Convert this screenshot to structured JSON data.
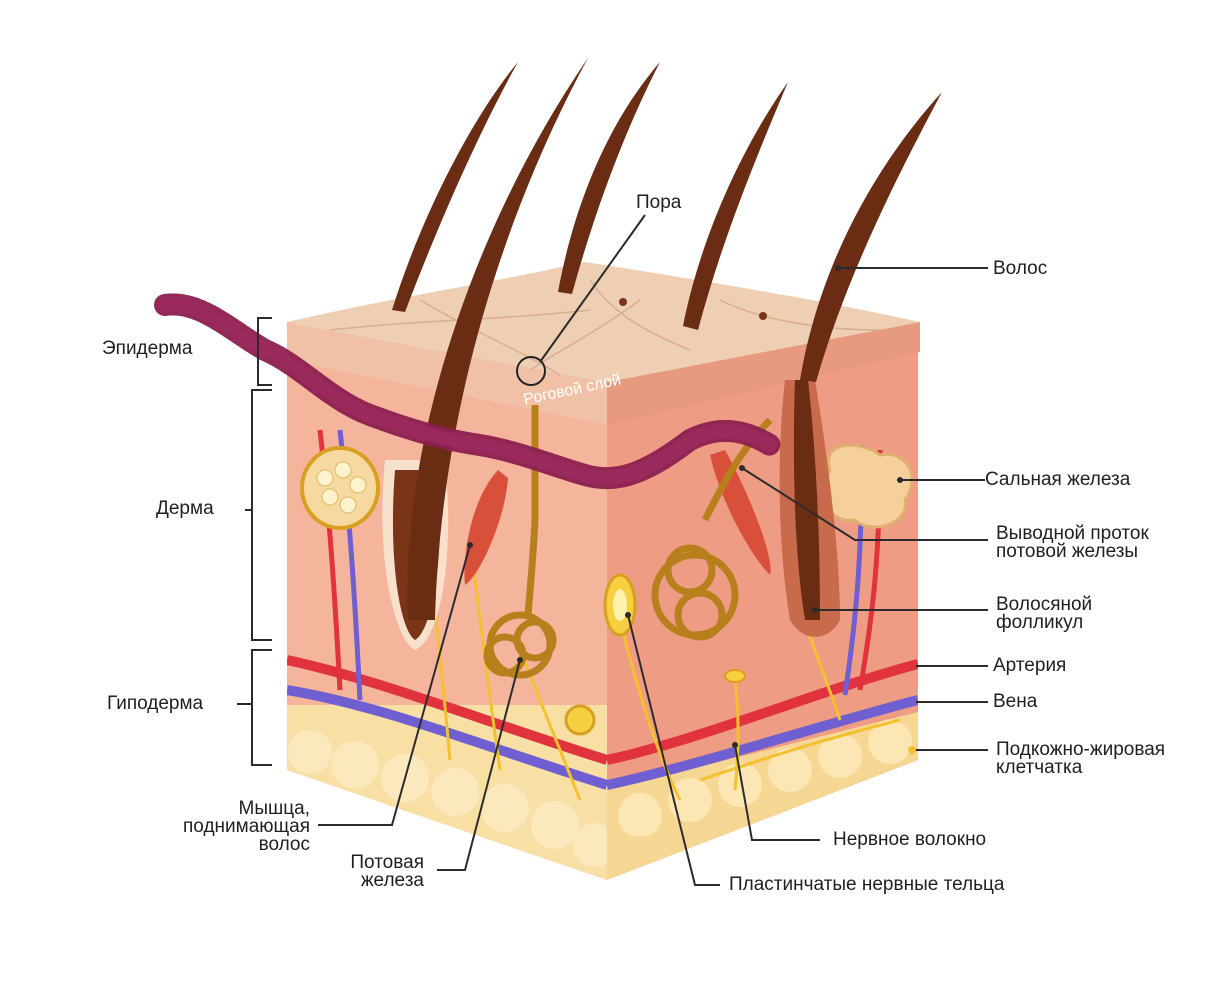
{
  "colors": {
    "epidermis_top": "#f1cdb0",
    "dermis": "#f2ab92",
    "dermis_side": "#ee9d84",
    "fat": "#f8dfa4",
    "artery": "#e0333d",
    "vein": "#6f5fd0",
    "hair": "#6b2c14",
    "nerve": "#f3c12e",
    "gland": "#c98a1e",
    "muscle": "#d8503a",
    "stratum_corneum_overlay": "#8c1f4f",
    "leader": "#2b2b2b"
  },
  "labels": {
    "pore": "Пора",
    "hair": "Волос",
    "epidermis": "Эпидерма",
    "stratum_corneum": "Роговой слой",
    "dermis": "Дерма",
    "sebaceous_gland": "Сальная железа",
    "sweat_duct_line1": "Выводной проток",
    "sweat_duct_line2": "потовой железы",
    "hair_follicle_line1": "Волосяной",
    "hair_follicle_line2": "фолликул",
    "artery": "Артерия",
    "vein": "Вена",
    "subcutaneous_line1": "Подкожно-жировая",
    "subcutaneous_line2": "клетчатка",
    "hypodermis": "Гиподерма",
    "arrector_line1": "Мышца,",
    "arrector_line2": "поднимающая",
    "arrector_line3": "волос",
    "sweat_gland_line1": "Потовая",
    "sweat_gland_line2": "железа",
    "nerve_fiber": "Нервное волокно",
    "lamellar_corpuscles": "Пластинчатые нервные тельца"
  }
}
